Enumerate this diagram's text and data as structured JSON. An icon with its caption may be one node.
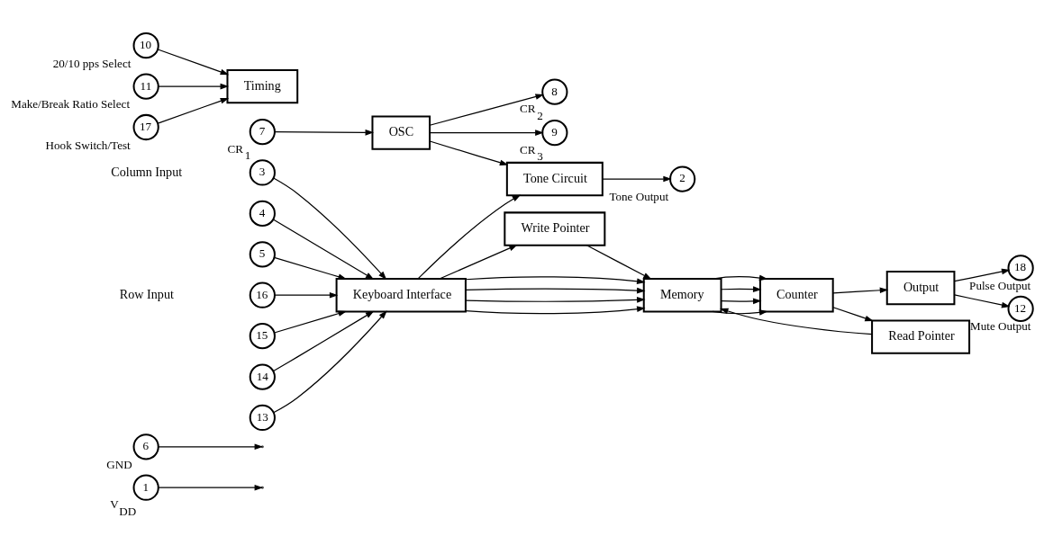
{
  "diagram": {
    "nodes": [
      {
        "text": [
          "1"
        ],
        "beside": [
          "V$_{DD}$"
        ]
      },
      {
        "text": [
          "6"
        ],
        "beside": [
          "GND"
        ]
      },
      {
        "text": [
          "Write Pointer"
        ]
      },
      {
        "text": [
          "3"
        ]
      },
      {
        "text": [
          "4"
        ]
      },
      {
        "text": [
          "5"
        ]
      },
      {
        "text": [
          "Keyboard Interface"
        ]
      },
      {
        "text": [
          "Memory"
        ]
      },
      {
        "text": [
          "Counter"
        ]
      },
      {
        "text": [
          "16"
        ]
      },
      {
        "text": [
          "15"
        ]
      },
      {
        "text": [
          "14"
        ]
      },
      {
        "text": [
          "13"
        ]
      },
      {
        "text": [
          "Output"
        ]
      },
      {
        "text": [
          "18"
        ],
        "beside": [
          "Pulse Output"
        ]
      },
      {
        "text": [
          "12"
        ],
        "beside": [
          "Mute Output"
        ]
      },
      {
        "text": [
          "Read Pointer"
        ]
      },
      {
        "text": [
          "2"
        ],
        "beside": [
          "Tone Output"
        ]
      },
      {
        "text": [
          "Tone Circuit"
        ]
      },
      {
        "text": [
          "OSC"
        ]
      },
      {
        "text": [
          "Timing"
        ]
      },
      {
        "text": [
          "10"
        ],
        "beside": [
          "20/10 pps Select"
        ]
      },
      {
        "text": [
          "7"
        ],
        "beside": [
          "CR$_{1}$"
        ]
      },
      {
        "text": [
          "8"
        ],
        "beside": [
          "CR$_{2}$"
        ]
      },
      {
        "text": [
          "9"
        ],
        "beside": [
          "CR$_{3}$"
        ]
      },
      {
        "text": [
          "11"
        ],
        "beside": [
          "Make/Break Ratio Select"
        ]
      },
      {
        "text": [
          "17"
        ],
        "beside": [
          "Hook Switch/Test"
        ]
      }
    ],
    "edges": [
      {
        "from": 0,
        "to": null,
        "arrow": "to"
      },
      {
        "from": 1,
        "to": null,
        "arrow": "to"
      },
      {
        "from": 3,
        "to": 6,
        "arrow": "to"
      },
      {
        "from": 4,
        "to": 6,
        "arrow": "to"
      },
      {
        "from": 5,
        "to": 6,
        "arrow": "to"
      },
      {
        "from": 9,
        "to": 6,
        "arrow": "to"
      },
      {
        "from": 10,
        "to": 6,
        "arrow": "to"
      },
      {
        "from": 11,
        "to": 6,
        "arrow": "to"
      },
      {
        "from": 12,
        "to": 6,
        "arrow": "to"
      },
      {
        "from": 6,
        "to": 2,
        "arrow": "to"
      },
      {
        "from": 6,
        "to": 7,
        "arrow": "to"
      },
      {
        "from": 6,
        "to": 7,
        "arrow": "to"
      },
      {
        "from": 6,
        "to": 7,
        "arrow": "to"
      },
      {
        "from": 6,
        "to": 7,
        "arrow": "to"
      },
      {
        "from": 2,
        "to": 7,
        "arrow": "to"
      },
      {
        "from": 16,
        "to": 7,
        "arrow": "to"
      },
      {
        "from": 7,
        "to": 8,
        "arrow": "to"
      },
      {
        "from": 7,
        "to": 8,
        "arrow": "to"
      },
      {
        "from": 7,
        "to": 8,
        "arrow": "to"
      },
      {
        "from": 7,
        "to": 8,
        "arrow": "to"
      },
      {
        "from": 8,
        "to": 16,
        "arrow": "to"
      },
      {
        "from": 8,
        "to": 13,
        "arrow": "to"
      },
      {
        "from": 13,
        "to": 14,
        "arrow": "to"
      },
      {
        "from": 13,
        "to": 15,
        "arrow": "to"
      },
      {
        "from": 6,
        "to": 18,
        "arrow": "to"
      },
      {
        "from": 18,
        "to": 17,
        "arrow": "to"
      },
      {
        "from": 19,
        "to": 18,
        "arrow": "to"
      },
      {
        "from": 22,
        "to": 19,
        "arrow": "to"
      },
      {
        "from": 19,
        "to": 23,
        "arrow": "to"
      },
      {
        "from": 19,
        "to": 24,
        "arrow": "to"
      },
      {
        "from": 25,
        "to": 20,
        "arrow": "to"
      },
      {
        "from": 26,
        "to": 20,
        "arrow": "to"
      },
      {
        "from": 21,
        "to": 20,
        "arrow": "to"
      }
    ],
    "labels": [
      "Column Input",
      "Row Input"
    ]
  }
}
